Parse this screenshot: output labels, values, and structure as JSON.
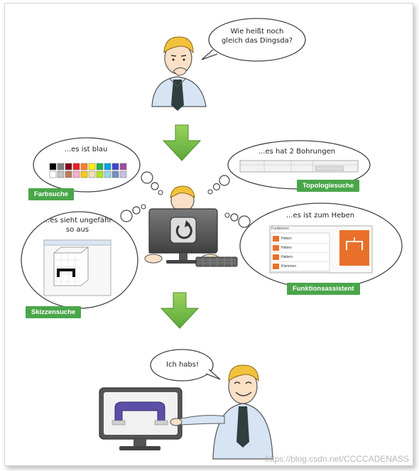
{
  "thoughts": {
    "top": "Wie heißt noch gleich das Dingsda?",
    "color": "...es ist blau",
    "topology": "...es hat 2 Bohrungen",
    "sketch": "...es sieht ungefähr so aus",
    "function": "...es ist zum Heben",
    "final": "Ich habs!"
  },
  "tags": {
    "color": "Farbsuche",
    "topology": "Topologiesuche",
    "sketch": "Skizzensuche",
    "function": "Funktionsassistent"
  },
  "function_panel": {
    "header": "Funktionen",
    "items": [
      "Heben",
      "Heben",
      "Haltern",
      "Klemmen"
    ]
  },
  "colors": {
    "accent_green": "#4aa64a",
    "arrow_green": "#7bc043",
    "handle_purple": "#5b4fa8",
    "monitor_gray": "#555555",
    "panel_orange": "#e9702a"
  },
  "palette": [
    "#000000",
    "#7f7f7f",
    "#880015",
    "#ed1c24",
    "#ff7f27",
    "#fff200",
    "#22b14c",
    "#00a2e8",
    "#3f48cc",
    "#a349a4",
    "#ffffff",
    "#c3c3c3",
    "#b97a57",
    "#ffaec9",
    "#ffc90e",
    "#efe4b0",
    "#b5e61d",
    "#99d9ea",
    "#7092be",
    "#c8bfe7"
  ],
  "watermark": "https://blog.csdn.net/CCCCADENASS"
}
